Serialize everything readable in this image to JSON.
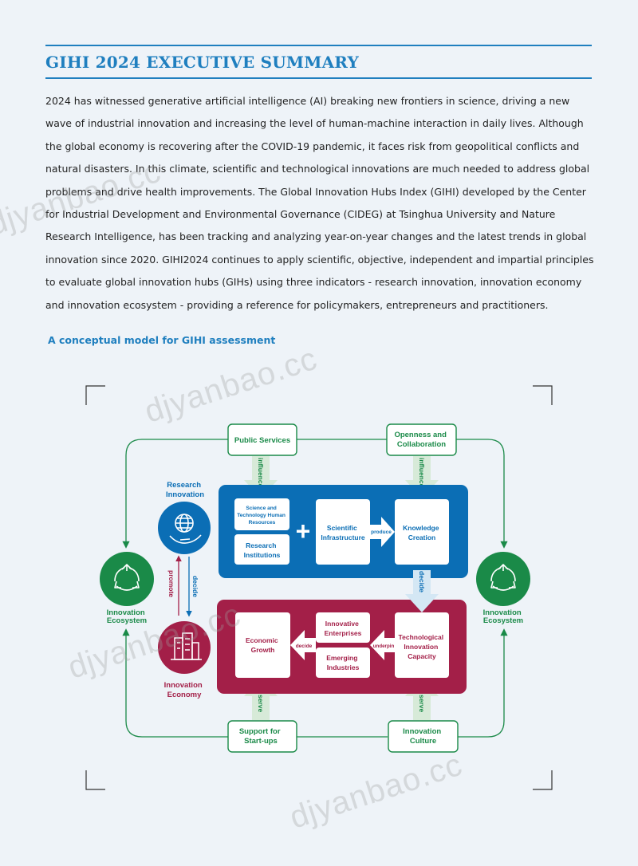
{
  "header": {
    "title": "GIHI 2024 EXECUTIVE SUMMARY"
  },
  "summary": {
    "paragraph": "2024 has witnessed generative artificial intelligence (AI) breaking new frontiers in science, driving a new wave of industrial innovation and increasing the level of human-machine interaction in daily lives. Although the global economy is recovering after the COVID-19 pandemic, it faces risk from geopolitical conflicts and natural disasters. In this climate, scientific and technological innovations are much needed to address global problems and drive health improvements. The Global Innovation Hubs Index (GIHI) developed by the Center for Industrial Development and Environmental Governance (CIDEG) at Tsinghua University and Nature Research Intelligence, has been tracking and analyzing year-on-year changes and the latest trends in global innovation since 2020. GIHI2024 continues to apply scientific, objective, independent and impartial principles to evaluate global innovation hubs (GIHs) using three indicators - research innovation, innovation economy and innovation ecosystem - providing a reference for policymakers, entrepreneurs and practitioners."
  },
  "figure": {
    "caption": "A conceptual model for GIHI assessment",
    "nodes": {
      "public_services": "Public Services",
      "openness_l1": "Openness and",
      "openness_l2": "Collaboration",
      "support_l1": "Support for",
      "support_l2": "Start-ups",
      "culture_l1": "Innovation",
      "culture_l2": "Culture",
      "research_innovation_l1": "Research",
      "research_innovation_l2": "Innovation",
      "innovation_economy_l1": "Innovation",
      "innovation_economy_l2": "Economy",
      "ecosystem_left_l1": "Innovation",
      "ecosystem_left_l2": "Ecosystem",
      "ecosystem_right_l1": "Innovation",
      "ecosystem_right_l2": "Ecosystem",
      "sthr_l1": "Science and",
      "sthr_l2": "Technology Human",
      "sthr_l3": "Resources",
      "institutions_l1": "Research",
      "institutions_l2": "Institutions",
      "infrastructure_l1": "Scientific",
      "infrastructure_l2": "Infrastructure",
      "knowledge_l1": "Knowledge",
      "knowledge_l2": "Creation",
      "econ_growth_l1": "Economic",
      "econ_growth_l2": "Growth",
      "enterprises_l1": "Innovative",
      "enterprises_l2": "Enterprises",
      "emerging_l1": "Emerging",
      "emerging_l2": "Industries",
      "capacity_l1": "Technological",
      "capacity_l2": "Innovation",
      "capacity_l3": "Capacity"
    },
    "arrows": {
      "influence_left": "influence",
      "influence_right": "influence",
      "produce": "produce",
      "decide_center": "decide",
      "decide_side": "decide",
      "promote": "promote",
      "decide_econ": "decide",
      "underpin": "underpin",
      "serve_left": "serve",
      "serve_right": "serve",
      "plus": "+"
    },
    "colors": {
      "blue": "#0b6eb5",
      "crimson": "#a31f48",
      "green": "#1a8a48",
      "pale_green": "#d7ead8",
      "pale_blue": "#d4e7f4"
    }
  },
  "watermarks": [
    "djyanbao.cc",
    "djyanbao.cc",
    "djyanbao.cc",
    "djyanbao.cc"
  ]
}
